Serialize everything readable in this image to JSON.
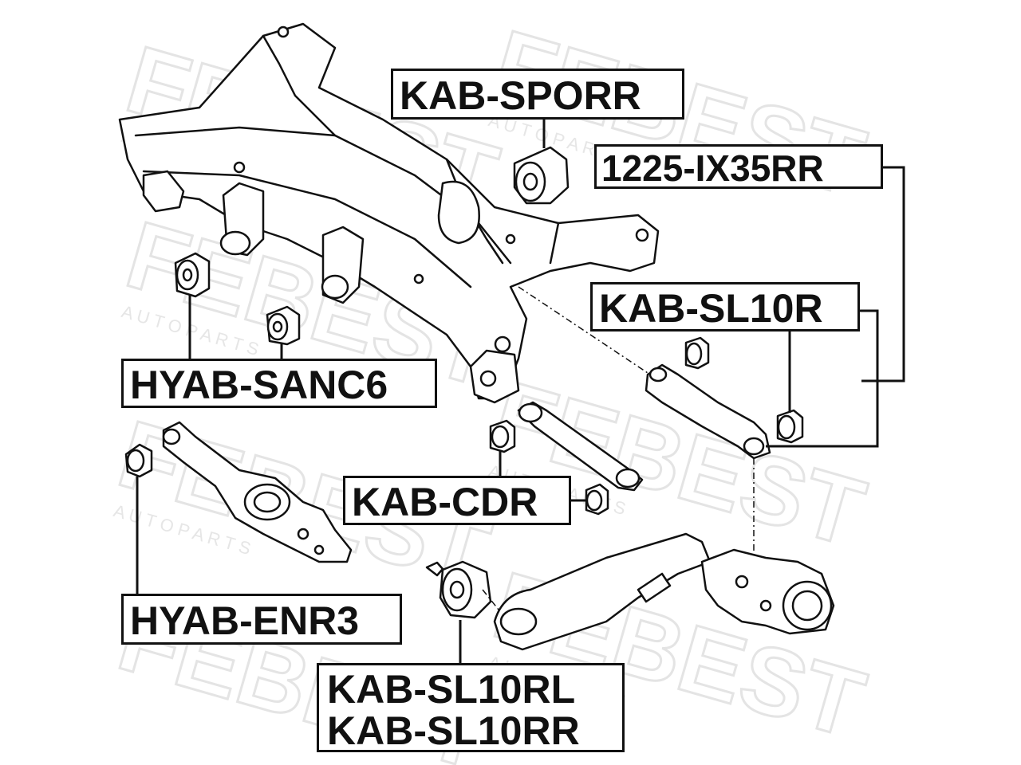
{
  "watermark": {
    "brand": "FEBEST",
    "sub": "A U T O  P A R T S",
    "color": "#e4e4e4"
  },
  "labels": {
    "kab_sporr": "KAB-SPORR",
    "ix35rr": "1225-IX35RR",
    "kab_sl10r": "KAB-SL10R",
    "hyab_sanc6": "HYAB-SANC6",
    "kab_cdr": "KAB-CDR",
    "hyab_enr3": "HYAB-ENR3",
    "kab_sl10rl": "KAB-SL10RL",
    "kab_sl10rr": "KAB-SL10RR"
  },
  "colors": {
    "line": "#111111",
    "part_fill": "#ffffff"
  }
}
